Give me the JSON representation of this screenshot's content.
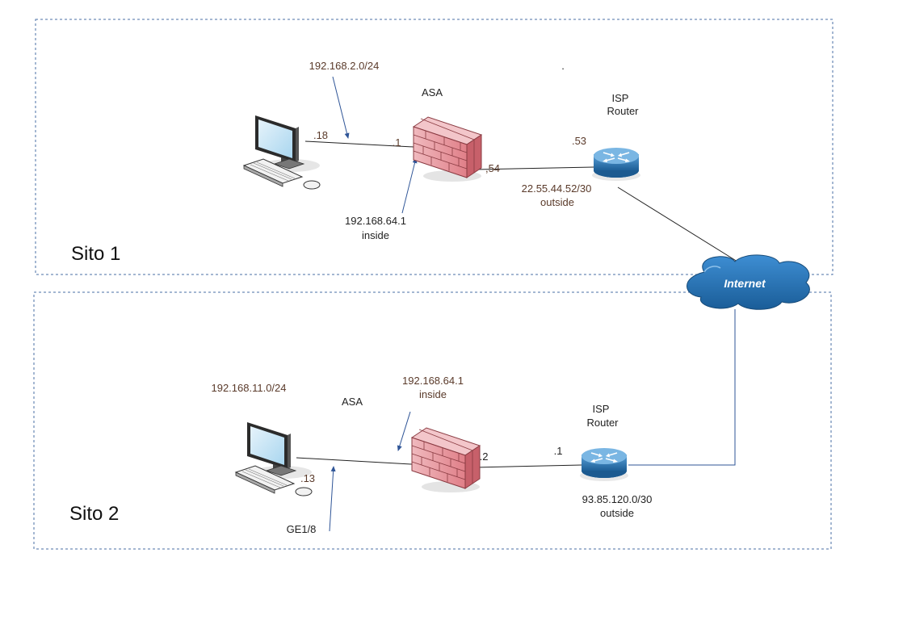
{
  "site1": {
    "name": "Sito 1",
    "lan_subnet": "192.168.2.0/24",
    "pc_host": ".18",
    "asa_label": "ASA",
    "asa_inside_host": ".1",
    "asa_inside_ip": "192.168.64.1",
    "asa_inside_name": "inside",
    "asa_outside_host": ",54",
    "router_label_1": "ISP",
    "router_label_2": "Router",
    "router_host": ".53",
    "wan_subnet": "22.55.44.52/30",
    "wan_name": "outside",
    "stray_mark": "."
  },
  "site2": {
    "name": "Sito 2",
    "lan_subnet": "192.168.11.0/24",
    "pc_host": ".13",
    "pc_port": "GE1/8",
    "asa_label": "ASA",
    "asa_inside_ip": "192.168.64.1",
    "asa_inside_name": "inside",
    "asa_outside_host": ".2",
    "router_label_1": "ISP",
    "router_label_2": "Router",
    "router_host": ".1",
    "wan_subnet": "93.85.120.0/30",
    "wan_name": "outside"
  },
  "cloud": {
    "label": "Internet"
  }
}
